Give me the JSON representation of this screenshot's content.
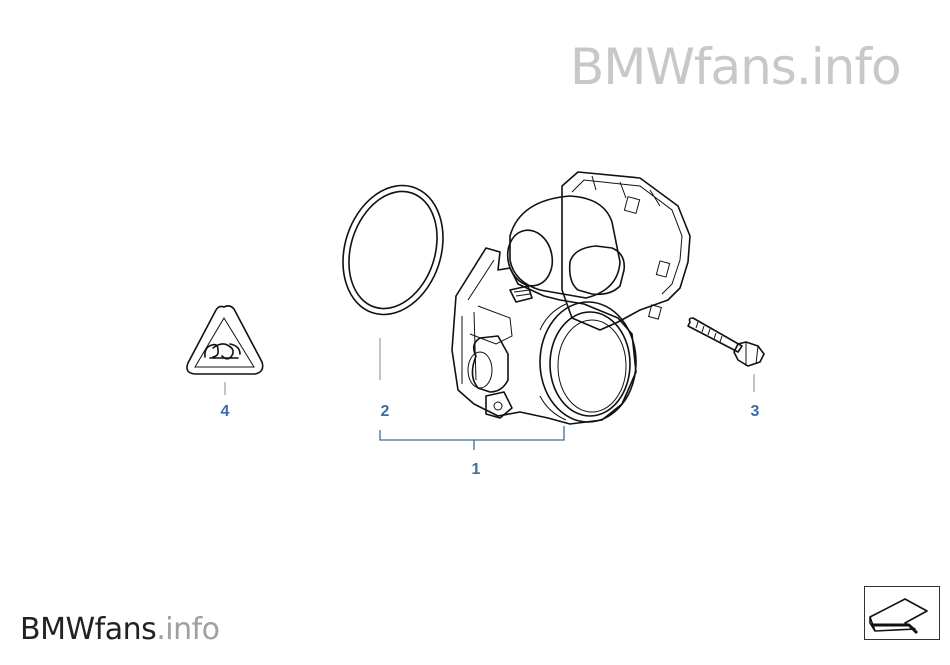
{
  "watermark": {
    "top": {
      "brand": "BMWfans",
      "suffix": ".info"
    },
    "bottom": {
      "brand": "BMWfans",
      "suffix": ".info"
    }
  },
  "callouts": {
    "throttle_assembly": "1",
    "gasket_ring": "2",
    "bolt": "3",
    "warning_label": "4"
  },
  "icons": {
    "warning": "warning-triangle-icon",
    "nav": "arrow-return-icon"
  },
  "colors": {
    "callout": "#3a6ea5",
    "watermark": "#c8c8c8",
    "line": "#111111"
  }
}
